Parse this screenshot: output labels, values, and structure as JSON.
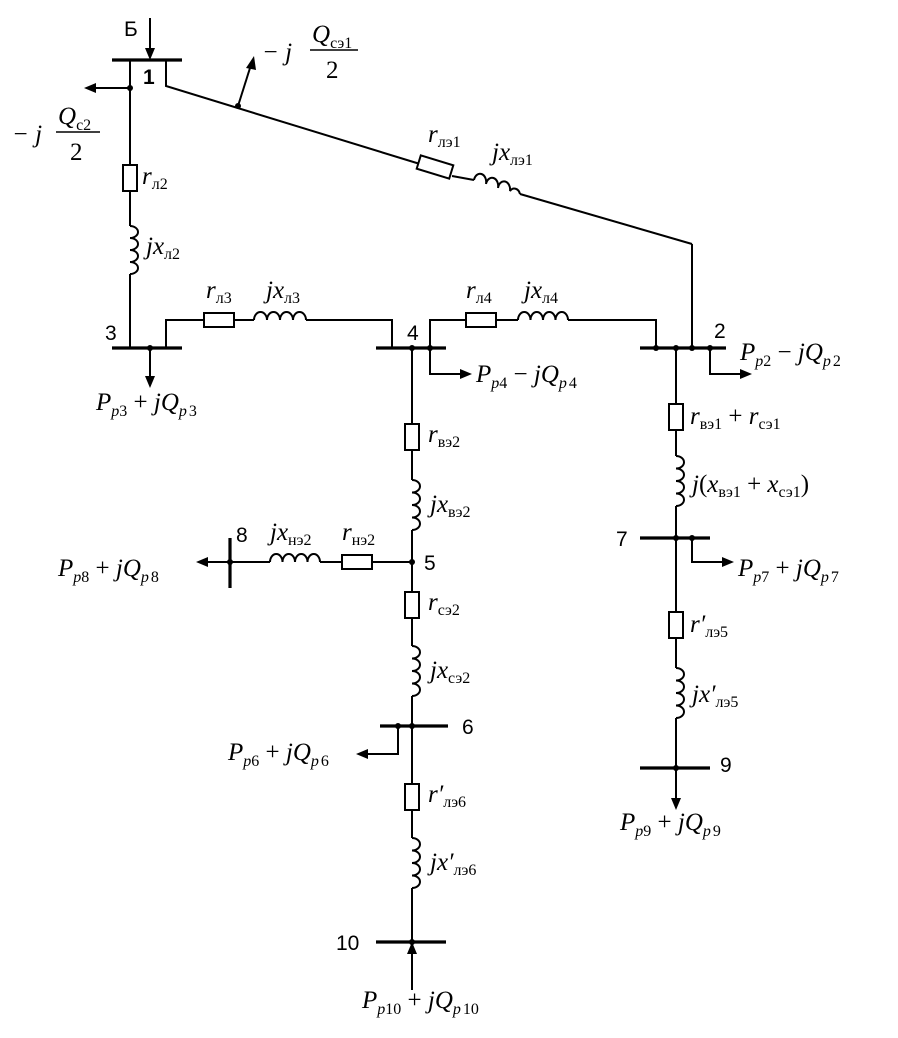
{
  "nodes": {
    "b": "Б",
    "n1": "1",
    "n2": "2",
    "n3": "3",
    "n4": "4",
    "n5": "5",
    "n6": "6",
    "n7": "7",
    "n8": "8",
    "n9": "9",
    "n10": "10"
  },
  "symbols": {
    "r": "r",
    "jx": "jx",
    "jxp": "jx′",
    "rp": "r′",
    "j": "j",
    "x": "x",
    "P": "P",
    "jQ": "jQ",
    "Q": "Q",
    "plus": "+",
    "minus": "−",
    "minus_j": "− j",
    "two": "2",
    "lpar": "(",
    "rpar": ")",
    "p": "p"
  },
  "subscripts": {
    "l2": "л2",
    "l3": "л3",
    "l4": "л4",
    "le1": "лэ1",
    "ve1": "вэ1",
    "se1": "сэ1",
    "ve2": "вэ2",
    "se2": "сэ2",
    "ne2": "нэ2",
    "le5": "лэ5",
    "le6": "лэ6",
    "c2": "с2",
    "p2": "2",
    "p3": "3",
    "p4": "4",
    "p6": "6",
    "p7": "7",
    "p8": "8",
    "p9": "9",
    "p10": "10"
  }
}
